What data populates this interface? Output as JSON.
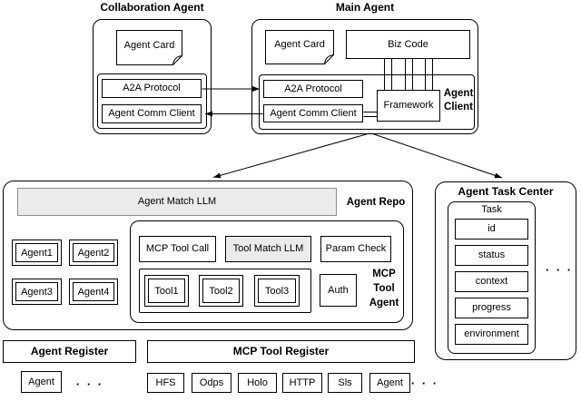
{
  "collaboration_agent": {
    "title": "Collaboration Agent",
    "agent_card": "Agent Card",
    "a2a_protocol": "A2A Protocol",
    "agent_comm_client": "Agent Comm Client"
  },
  "main_agent": {
    "title": "Main Agent",
    "agent_card": "Agent Card",
    "biz_code": "Biz Code",
    "a2a_protocol": "A2A Protocol",
    "agent_comm_client": "Agent Comm Client",
    "framework": "Framework",
    "agent_client_label": {
      "line1": "Agent",
      "line2": "Client"
    }
  },
  "agent_repo": {
    "label": "Agent Repo",
    "agent_match_llm": "Agent Match LLM",
    "agents": [
      "Agent1",
      "Agent2",
      "Agent3",
      "Agent4"
    ],
    "mcp_tool_agent": {
      "label": {
        "line1": "MCP",
        "line2": "Tool",
        "line3": "Agent"
      },
      "mcp_tool_call": "MCP Tool Call",
      "tool_match_llm": "Tool Match LLM",
      "param_check": "Param Check",
      "tools": [
        "Tool1",
        "Tool2",
        "Tool3"
      ],
      "auth": "Auth"
    }
  },
  "agent_task_center": {
    "title": "Agent Task Center",
    "task_label": "Task",
    "fields": [
      "id",
      "status",
      "context",
      "progress",
      "environment"
    ],
    "ellipsis": "· · ·"
  },
  "registers": {
    "agent_register": {
      "title": "Agent Register",
      "items": [
        "Agent"
      ],
      "ellipsis": "· · ·"
    },
    "mcp_tool_register": {
      "title": "MCP Tool Register",
      "items": [
        "HFS",
        "Odps",
        "Holo",
        "HTTP",
        "Sls",
        "Agent"
      ],
      "ellipsis": "· · ·"
    }
  },
  "colors": {
    "fill_gray": "#ebebeb",
    "stroke": "#000000"
  }
}
